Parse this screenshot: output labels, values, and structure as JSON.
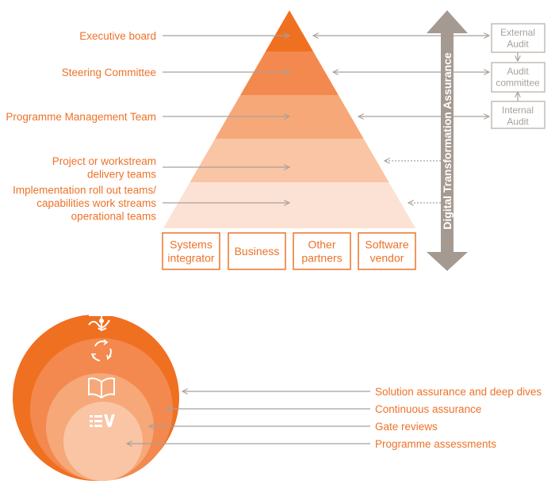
{
  "pyramid": {
    "levels": [
      {
        "label_lines": [
          "Executive board"
        ],
        "color": "#f07022"
      },
      {
        "label_lines": [
          "Steering Committee"
        ],
        "color": "#f3894e"
      },
      {
        "label_lines": [
          "Programme Management Team"
        ],
        "color": "#f6a878"
      },
      {
        "label_lines": [
          "Project or workstream",
          "delivery teams"
        ],
        "color": "#f9c5a5"
      },
      {
        "label_lines": [
          "Implementation roll out teams/",
          "capabilities work streams",
          "operational teams"
        ],
        "color": "#fce2d4"
      }
    ],
    "base_boxes": [
      {
        "lines": [
          "Systems",
          "integrator"
        ]
      },
      {
        "lines": [
          "Business"
        ]
      },
      {
        "lines": [
          "Other",
          "partners"
        ]
      },
      {
        "lines": [
          "Software",
          "vendor"
        ]
      }
    ]
  },
  "assurance_bar": {
    "label": "Digital Transformation Assurance",
    "color": "#a59a92"
  },
  "audit_boxes": [
    {
      "lines": [
        "External",
        "Audit"
      ]
    },
    {
      "lines": [
        "Audit",
        "committee"
      ]
    },
    {
      "lines": [
        "Internal",
        "Audit"
      ]
    }
  ],
  "circles": {
    "colors": [
      "#f07022",
      "#f3894e",
      "#f6a878",
      "#f9c5a5"
    ],
    "icons": [
      "route-icon",
      "cycle-icon",
      "book-icon",
      "checklist-icon"
    ],
    "labels": [
      "Solution assurance and deep dives",
      "Continuous assurance",
      "Gate reviews",
      "Programme assessments"
    ]
  }
}
